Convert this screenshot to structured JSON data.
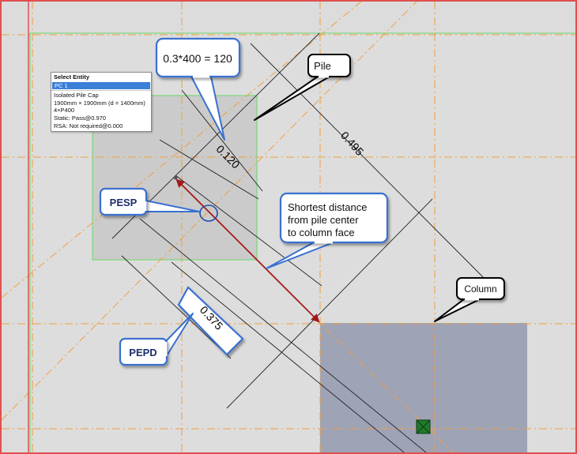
{
  "select_entity": {
    "title": "Select Entity",
    "selected_item": "PC 1",
    "details": [
      "Isolated Pile Cap",
      "1900mm × 1900mm (d = 1400mm)",
      "4×P400",
      "Static: Pass@0.970",
      "RSA: Not required@0.000"
    ]
  },
  "dimensions": {
    "edge_distance": "0.120",
    "pile_spacing": "0.495",
    "pepd_distance": "0.375"
  },
  "callouts": {
    "formula": "0.3*400 = 120",
    "pile": "Pile",
    "column": "Column",
    "pesp": "PESP",
    "pepd": "PEPD",
    "shortest_line1": "Shortest distance",
    "shortest_line2": "from pile center",
    "shortest_line3": "to column face"
  },
  "colors": {
    "background": "#dcdcdc",
    "pile_cap_fill": "#cbcbcb",
    "column_fill": "#9fa3b6",
    "grid_line": "#f0a040",
    "cap_outline": "#66d866",
    "frame_border": "#e05050",
    "distance_arrow": "#a11a1a",
    "callout_border": "#3a6fd0"
  }
}
